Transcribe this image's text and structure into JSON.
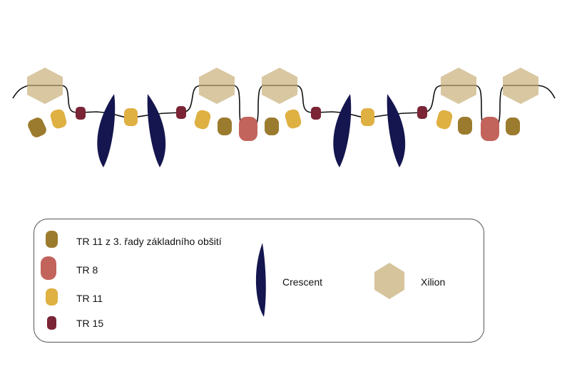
{
  "colors": {
    "tr11_base": "#9b7b2e",
    "tr8": "#c2645c",
    "tr11": "#dfb042",
    "tr15": "#7a2436",
    "crescent": "#15164f",
    "xilion": "#d6c49c",
    "thread": "#111111"
  },
  "legend": {
    "items": [
      {
        "label": "TR 11 z 3. řady základního obšití"
      },
      {
        "label": "TR 8"
      },
      {
        "label": "TR 11"
      },
      {
        "label": "TR 15"
      },
      {
        "label": "Crescent"
      },
      {
        "label": "Xilion"
      }
    ]
  }
}
